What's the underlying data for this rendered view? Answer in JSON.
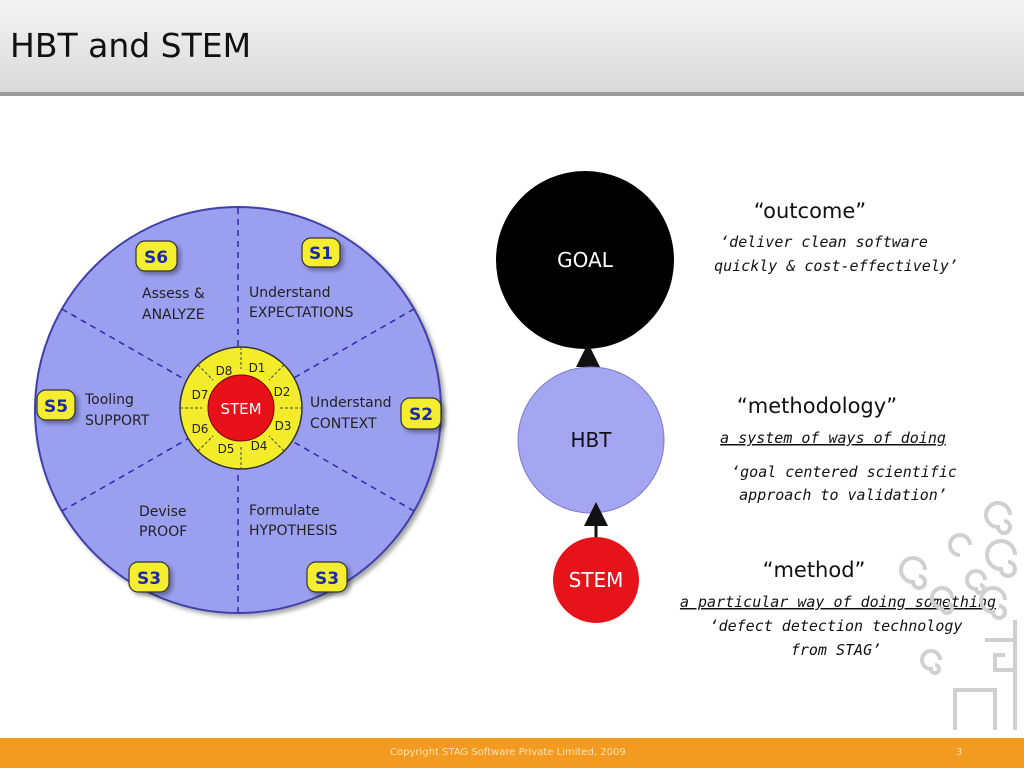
{
  "title": "HBT and STEM",
  "wheel": {
    "center_label": "STEM",
    "inner_labels": [
      "D1",
      "D2",
      "D3",
      "D4",
      "D5",
      "D6",
      "D7",
      "D8"
    ],
    "segments": {
      "s1": {
        "badge": "S1",
        "line1": "Understand",
        "line2": "EXPECTATIONS"
      },
      "s2": {
        "badge": "S2",
        "line1": "Understand",
        "line2": "CONTEXT"
      },
      "s3_right": {
        "badge": "S3",
        "line1": "Formulate",
        "line2": "HYPOTHESIS"
      },
      "s3_left": {
        "badge": "S3",
        "line1": "Devise",
        "line2": "PROOF"
      },
      "s5": {
        "badge": "S5",
        "line1": "Tooling",
        "line2": "SUPPORT"
      },
      "s6": {
        "badge": "S6",
        "line1": "Assess &",
        "line2": "ANALYZE"
      }
    }
  },
  "stack": {
    "goal": "GOAL",
    "hbt": "HBT",
    "stem": "STEM"
  },
  "annotations": {
    "outcome": {
      "heading": "“outcome”",
      "line1": "‘deliver clean software",
      "line2": "quickly & cost-effectively’"
    },
    "methodology": {
      "heading": "“methodology”",
      "line1": "a system of ways of doing",
      "line2": "‘goal centered scientific",
      "line3": "approach to validation’"
    },
    "method": {
      "heading": "“method”",
      "line1": "a particular way of doing something",
      "line2": "‘defect detection technology",
      "line3": "from STAG’"
    }
  },
  "footer": {
    "copyright": "Copyright STAG Software Private Limited, 2009",
    "page": "3"
  },
  "colors": {
    "wheel": "#9b9ff0",
    "inner": "#f2ec2a",
    "center": "#e8111a",
    "goal": "#000000",
    "hbt": "#a4a6f2",
    "stem": "#e6131b",
    "footer": "#f39a21",
    "badge": "#f4ee2e"
  }
}
